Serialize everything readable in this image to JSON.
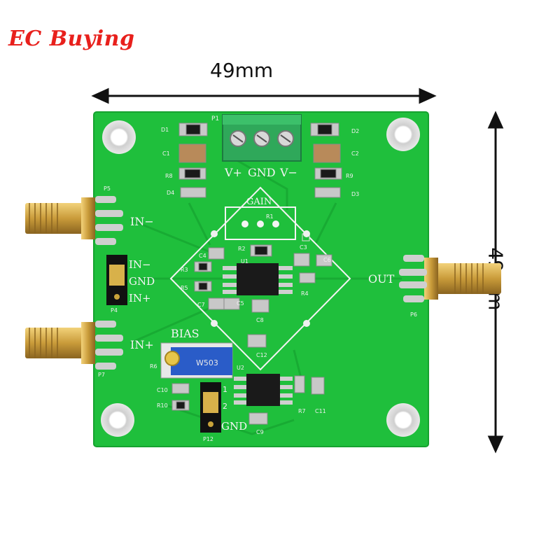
{
  "brand": "EC Buying",
  "dimensions": {
    "width": "49mm",
    "height": "49mm"
  },
  "board": {
    "connector_labels": [
      "P1",
      "V+",
      "GND",
      "V−"
    ],
    "inputs": {
      "in_minus": "IN−",
      "in_plus": "IN+",
      "header_in_minus": "IN−",
      "header_gnd": "GND",
      "header_in_plus": "IN+"
    },
    "output": "OUT",
    "gain": "GAIN",
    "bias": "BIAS",
    "gnd_bottom": "GND",
    "pot_text": "W503",
    "designators": {
      "D1": "D1",
      "D2": "D2",
      "D3": "D3",
      "D4": "D4",
      "C1": "C1",
      "C2": "C2",
      "C3": "C3",
      "C4": "C4",
      "C5": "C5",
      "C6": "C6",
      "C7": "C7",
      "C8": "C8",
      "C9": "C9",
      "C10": "C10",
      "C11": "C11",
      "C12": "C12",
      "R1": "R1",
      "R2": "R2",
      "R3": "R3",
      "R4": "R4",
      "R5": "R5",
      "R6": "R6",
      "R7": "R7",
      "R8": "R8",
      "R9": "R9",
      "R10": "R10",
      "U1": "U1",
      "U2": "U2",
      "P4": "P4",
      "P5": "P5",
      "P6": "P6",
      "P7": "P7",
      "P12": "P12",
      "pin1": "1",
      "pin2": "2"
    }
  },
  "colors": {
    "pcb": "#1fbf3c",
    "silk": "#f4f4f4",
    "brand": "#e8201c",
    "connector": "#2fa85a",
    "gold": "#c99b3a"
  }
}
